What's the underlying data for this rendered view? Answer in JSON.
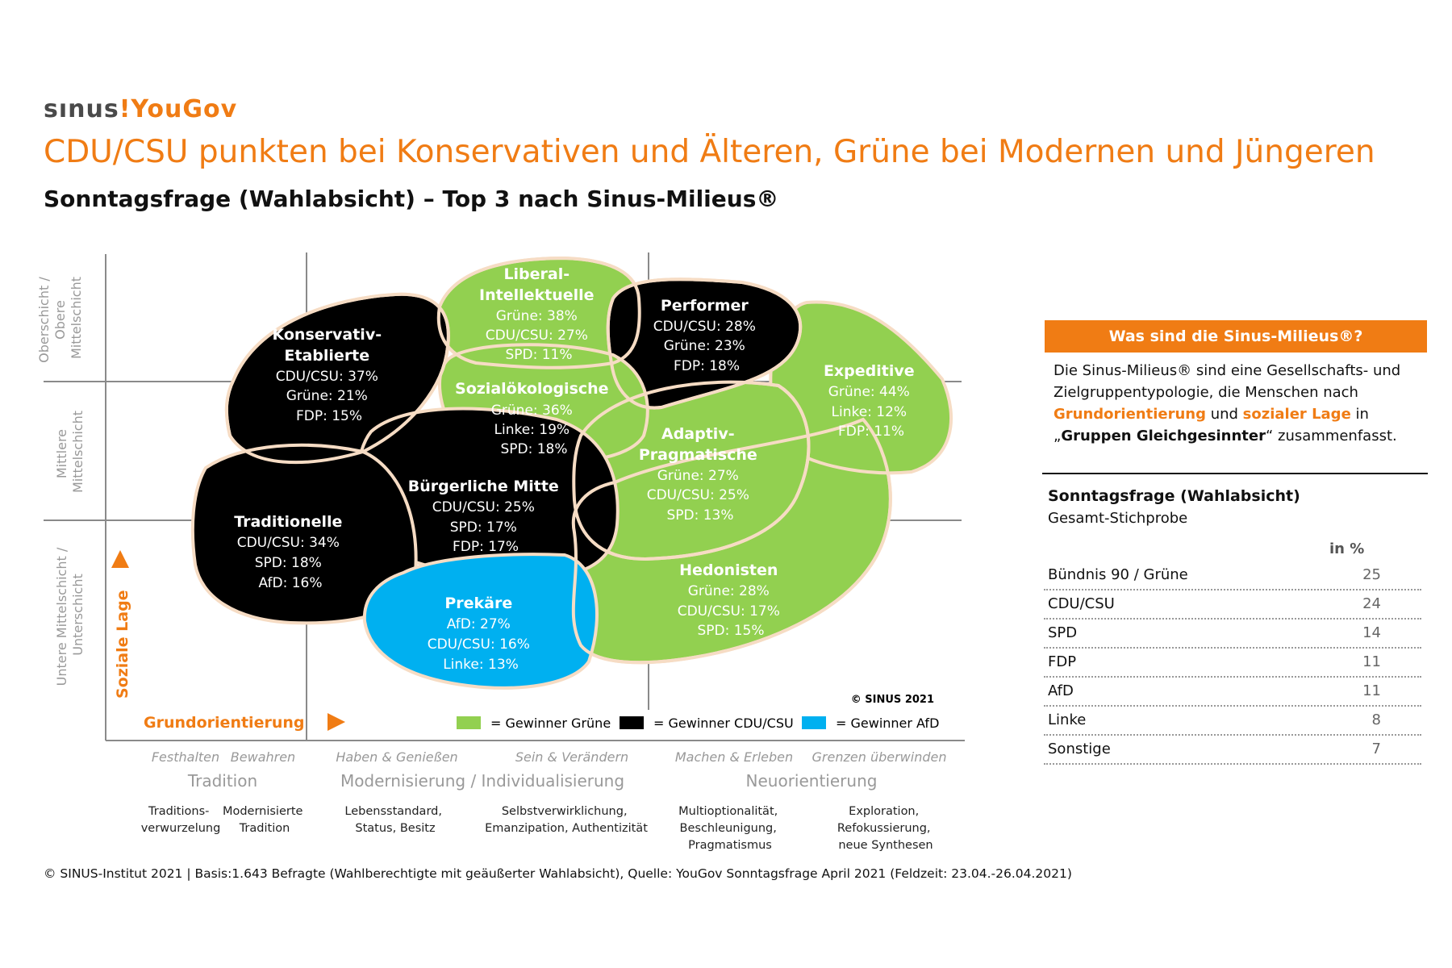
{
  "logo": {
    "sinus": "sınus",
    "sep": "!",
    "yougov": "YouGov"
  },
  "headline": "CDU/CSU punkten bei Konservativen und Älteren, Grüne bei Modernen und Jüngeren",
  "subhead": "Sonntagsfrage (Wahlabsicht) – Top 3 nach Sinus-Milieus®",
  "colors": {
    "green": "#92d050",
    "black": "#000000",
    "blue": "#00b0f0",
    "orange": "#f07c14",
    "outline": "#f6dcc4"
  },
  "diagram": {
    "y_axis_title": "Soziale Lage",
    "x_axis_title": "Grundorientierung",
    "y_bands": [
      "Oberschicht / Obere Mittelschicht",
      "Mittlere Mittelschicht",
      "Untere Mittelschicht / Unterschicht"
    ],
    "milieus": [
      {
        "name": "Liberal-Intellektuelle",
        "lines": [
          "Liberal-",
          "Intellektuelle",
          "Grüne: 38%",
          "CDU/CSU: 27%",
          "SPD: 11%"
        ],
        "winner": "Grüne"
      },
      {
        "name": "Performer",
        "lines": [
          "Performer",
          "CDU/CSU: 28%",
          "Grüne: 23%",
          "FDP: 18%"
        ],
        "winner": "CDU/CSU"
      },
      {
        "name": "Konservativ-Etablierte",
        "lines": [
          "Konservativ-",
          "Etablierte",
          "CDU/CSU: 37%",
          "Grüne: 21%",
          "FDP: 15%"
        ],
        "winner": "CDU/CSU"
      },
      {
        "name": "Sozialökologische",
        "lines": [
          "Sozialökologische",
          "Grüne: 36%",
          "Linke: 19%",
          "SPD: 18%"
        ],
        "winner": "Grüne"
      },
      {
        "name": "Expeditive",
        "lines": [
          "Expeditive",
          "Grüne: 44%",
          "Linke: 12%",
          "FDP: 11%"
        ],
        "winner": "Grüne"
      },
      {
        "name": "Adaptiv-Pragmatische",
        "lines": [
          "Adaptiv-",
          "Pragmatische",
          "Grüne: 27%",
          "CDU/CSU: 25%",
          "SPD: 13%"
        ],
        "winner": "Grüne"
      },
      {
        "name": "Bürgerliche Mitte",
        "lines": [
          "Bürgerliche Mitte",
          "CDU/CSU: 25%",
          "SPD: 17%",
          "FDP: 17%"
        ],
        "winner": "CDU/CSU"
      },
      {
        "name": "Traditionelle",
        "lines": [
          "Traditionelle",
          "CDU/CSU: 34%",
          "SPD: 18%",
          "AfD: 16%"
        ],
        "winner": "CDU/CSU"
      },
      {
        "name": "Hedonisten",
        "lines": [
          "Hedonisten",
          "Grüne: 28%",
          "CDU/CSU: 17%",
          "SPD: 15%"
        ],
        "winner": "Grüne"
      },
      {
        "name": "Prekäre",
        "lines": [
          "Prekäre",
          "AfD: 27%",
          "CDU/CSU: 16%",
          "Linke: 13%"
        ],
        "winner": "AfD"
      }
    ],
    "legend": [
      {
        "label": "= Gewinner Grüne",
        "color": "#92d050"
      },
      {
        "label": "= Gewinner CDU/CSU",
        "color": "#000000"
      },
      {
        "label": "= Gewinner AfD",
        "color": "#00b0f0"
      }
    ],
    "copyright": "© SINUS 2021",
    "x_sub": [
      "Festhalten",
      "Bewahren",
      "Haben & Genießen",
      "Sein & Verändern",
      "Machen & Erleben",
      "Grenzen überwinden"
    ],
    "x_groups": [
      "Tradition",
      "Modernisierung / Individualisierung",
      "Neuorientierung"
    ],
    "x_desc": [
      [
        "Traditions-",
        "verwurzelung"
      ],
      [
        "Modernisierte",
        "Tradition"
      ],
      [
        "Lebensstandard,",
        "Status, Besitz"
      ],
      [
        "Selbstverwirklichung,",
        "Emanzipation, Authentizität"
      ],
      [
        "Multioptionalität,",
        "Beschleunigung,",
        "Pragmatismus"
      ],
      [
        "Exploration,",
        "Refokussierung,",
        "neue Synthesen"
      ]
    ]
  },
  "panel": {
    "title": "Was sind die Sinus-Milieus®?",
    "t1": "Die Sinus-Milieus® sind eine Gesellschafts- und Zielgruppentypologie, die Menschen nach ",
    "t2": "Grundorientierung",
    "t3": " und ",
    "t4": "sozialer Lage",
    "t5": " in",
    "t6": "„",
    "t7": "Gruppen Gleichgesinnter",
    "t8": "“ zusammenfasst."
  },
  "table": {
    "title": "Sonntagsfrage (Wahlabsicht)",
    "subtitle": "Gesamt-Stichprobe",
    "unit": "in %",
    "rows": [
      {
        "name": "Bündnis 90 / Grüne",
        "value": "25"
      },
      {
        "name": "CDU/CSU",
        "value": "24"
      },
      {
        "name": "SPD",
        "value": "14"
      },
      {
        "name": "FDP",
        "value": "11"
      },
      {
        "name": "AfD",
        "value": "11"
      },
      {
        "name": "Linke",
        "value": "8"
      },
      {
        "name": "Sonstige",
        "value": "7"
      }
    ]
  },
  "footer": "© SINUS-Institut 2021 | Basis:1.643 Befragte (Wahlberechtigte mit geäußerter Wahlabsicht), Quelle: YouGov Sonntagsfrage April 2021 (Feldzeit: 23.04.-26.04.2021)"
}
